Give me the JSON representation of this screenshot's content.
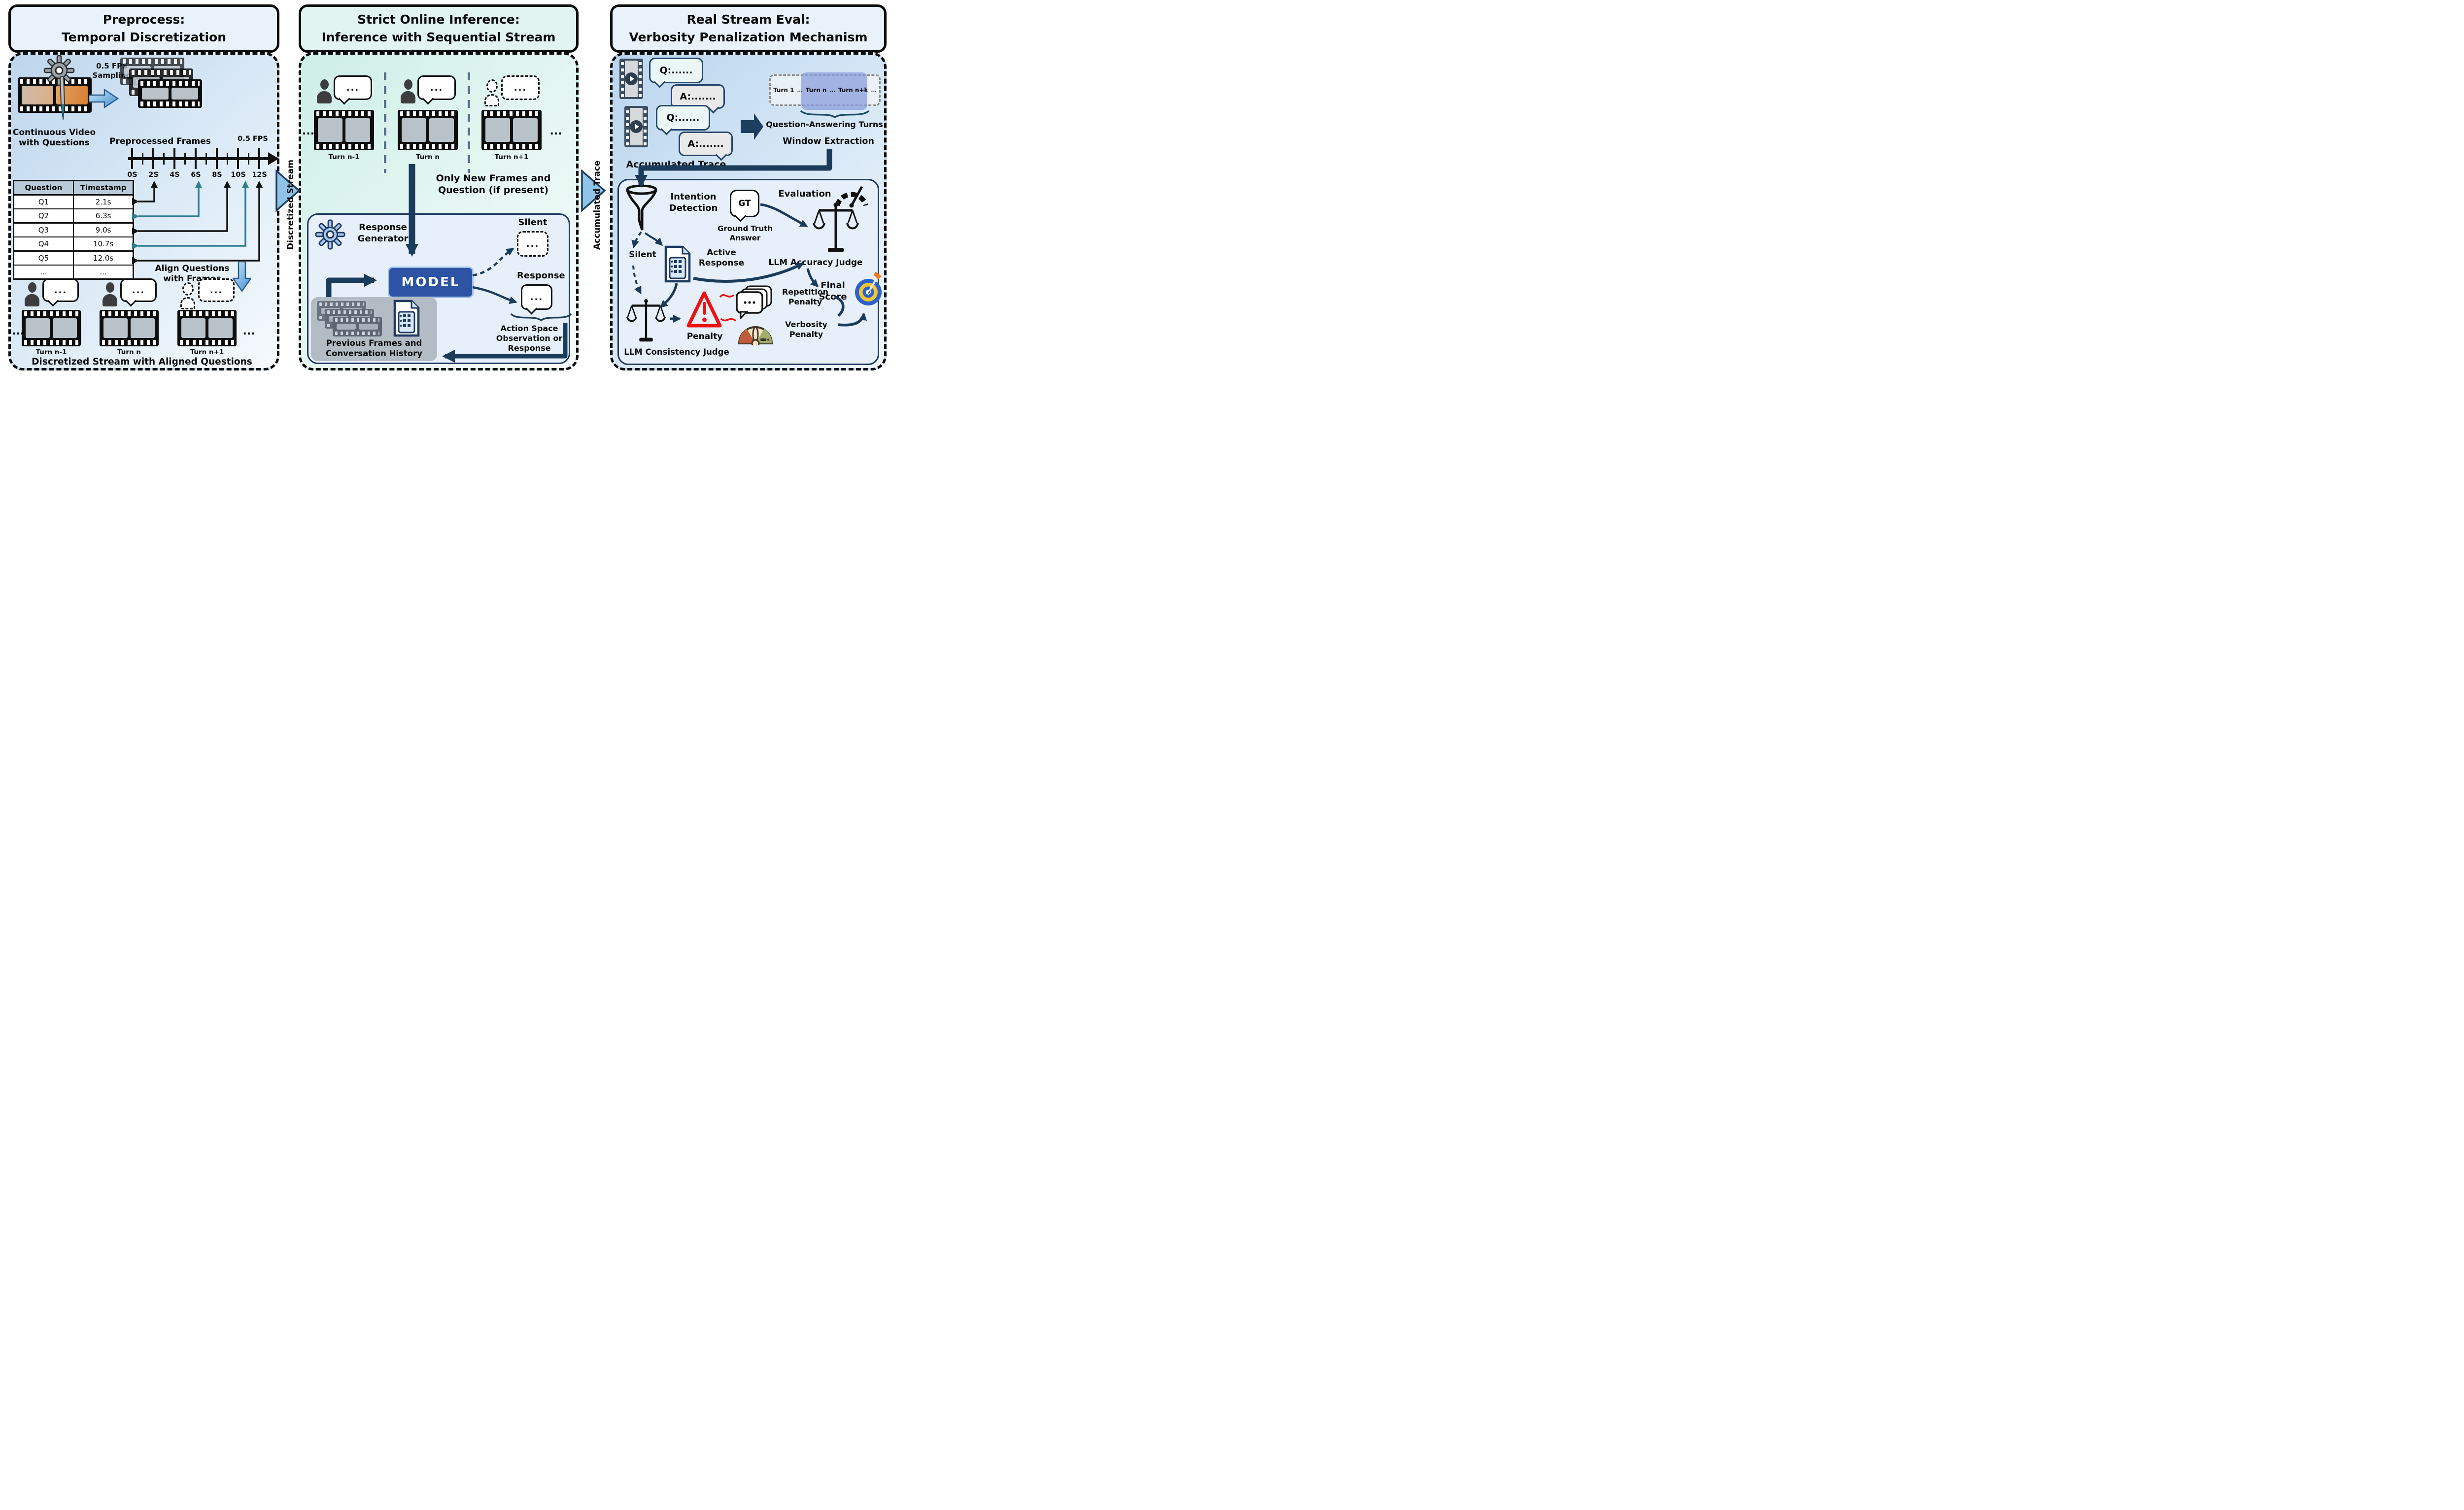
{
  "common": {
    "dots": "..."
  },
  "colors": {
    "navy": "#1b3b5b",
    "model_blue": "#2d54a4",
    "teal_arrow": "#2e7d8f",
    "light_blue_arrow": "#8fc4e8",
    "panel_blue_bg": "#cfe3f3",
    "panel_mint_bg": "#d9f0ea",
    "header_blue": "#e9f1fb",
    "header_mint": "#e1f4f0",
    "table_header": "#b9cbdb",
    "highlight_periwinkle": "#899edc",
    "alert_red": "#ee1111",
    "target_blue": "#2a63c9",
    "target_yellow": "#f5c531"
  },
  "left": {
    "title": [
      "Preprocess:",
      "Temporal Discretization"
    ],
    "sampling": [
      "0.5 FPS",
      "Sampling"
    ],
    "continuous": [
      "Continuous Video",
      "with Questions"
    ],
    "preprocessed": "Preprocessed Frames",
    "fps": "0.5 FPS",
    "ticks": [
      "0S",
      "2S",
      "4S",
      "6S",
      "8S",
      "10S",
      "12S"
    ],
    "table": {
      "headers": [
        "Question",
        "Timestamp"
      ],
      "rows": [
        [
          "Q1",
          "2.1s"
        ],
        [
          "Q2",
          "6.3s"
        ],
        [
          "Q3",
          "9.0s"
        ],
        [
          "Q4",
          "10.7s"
        ],
        [
          "Q5",
          "12.0s"
        ],
        [
          "...",
          "..."
        ]
      ]
    },
    "align": [
      "Align Questions",
      "with Frames"
    ],
    "turns": [
      "Turn n-1",
      "Turn n",
      "Turn n+1"
    ],
    "caption": "Discretized Stream with Aligned Questions"
  },
  "connectors": {
    "left_mid": "Discretized Stream",
    "mid_right": "Accumulated Trace"
  },
  "middle": {
    "title": [
      "Strict Online Inference:",
      "Inference with Sequential Stream"
    ],
    "turns": [
      "Turn n-1",
      "Turn n",
      "Turn n+1"
    ],
    "only_new": [
      "Only New Frames and",
      "Question (if present)"
    ],
    "generator": [
      "Response",
      "Generator"
    ],
    "model": "MODEL",
    "silent": "Silent",
    "response": "Response",
    "action": [
      "Action Space",
      "Observation or",
      "Response"
    ],
    "history": [
      "Previous Frames and",
      "Conversation History"
    ]
  },
  "right": {
    "title": [
      "Real Stream Eval:",
      "Verbosity Penalization Mechanism"
    ],
    "q": "Q:......",
    "a": "A:.......",
    "strip": {
      "t1": "Turn 1",
      "tn": "Turn n",
      "tnk": "Turn n+k"
    },
    "qa": "Question-Answering Turns",
    "window": "Window Extraction",
    "trace": "Accumulated Trace",
    "intention": [
      "Intention",
      "Detection"
    ],
    "gt": "GT",
    "ground": [
      "Ground Truth",
      "Answer"
    ],
    "evaluation": "Evaluation",
    "accuracy": "LLM Accuracy Judge",
    "silent": "Silent",
    "active": [
      "Active",
      "Response"
    ],
    "final": [
      "Final",
      "Score"
    ],
    "repetition": [
      "Repetition",
      "Penalty"
    ],
    "verbosity": [
      "Verbosity",
      "Penalty"
    ],
    "penalty": "Penalty",
    "consistency": "LLM Consistency Judge"
  }
}
